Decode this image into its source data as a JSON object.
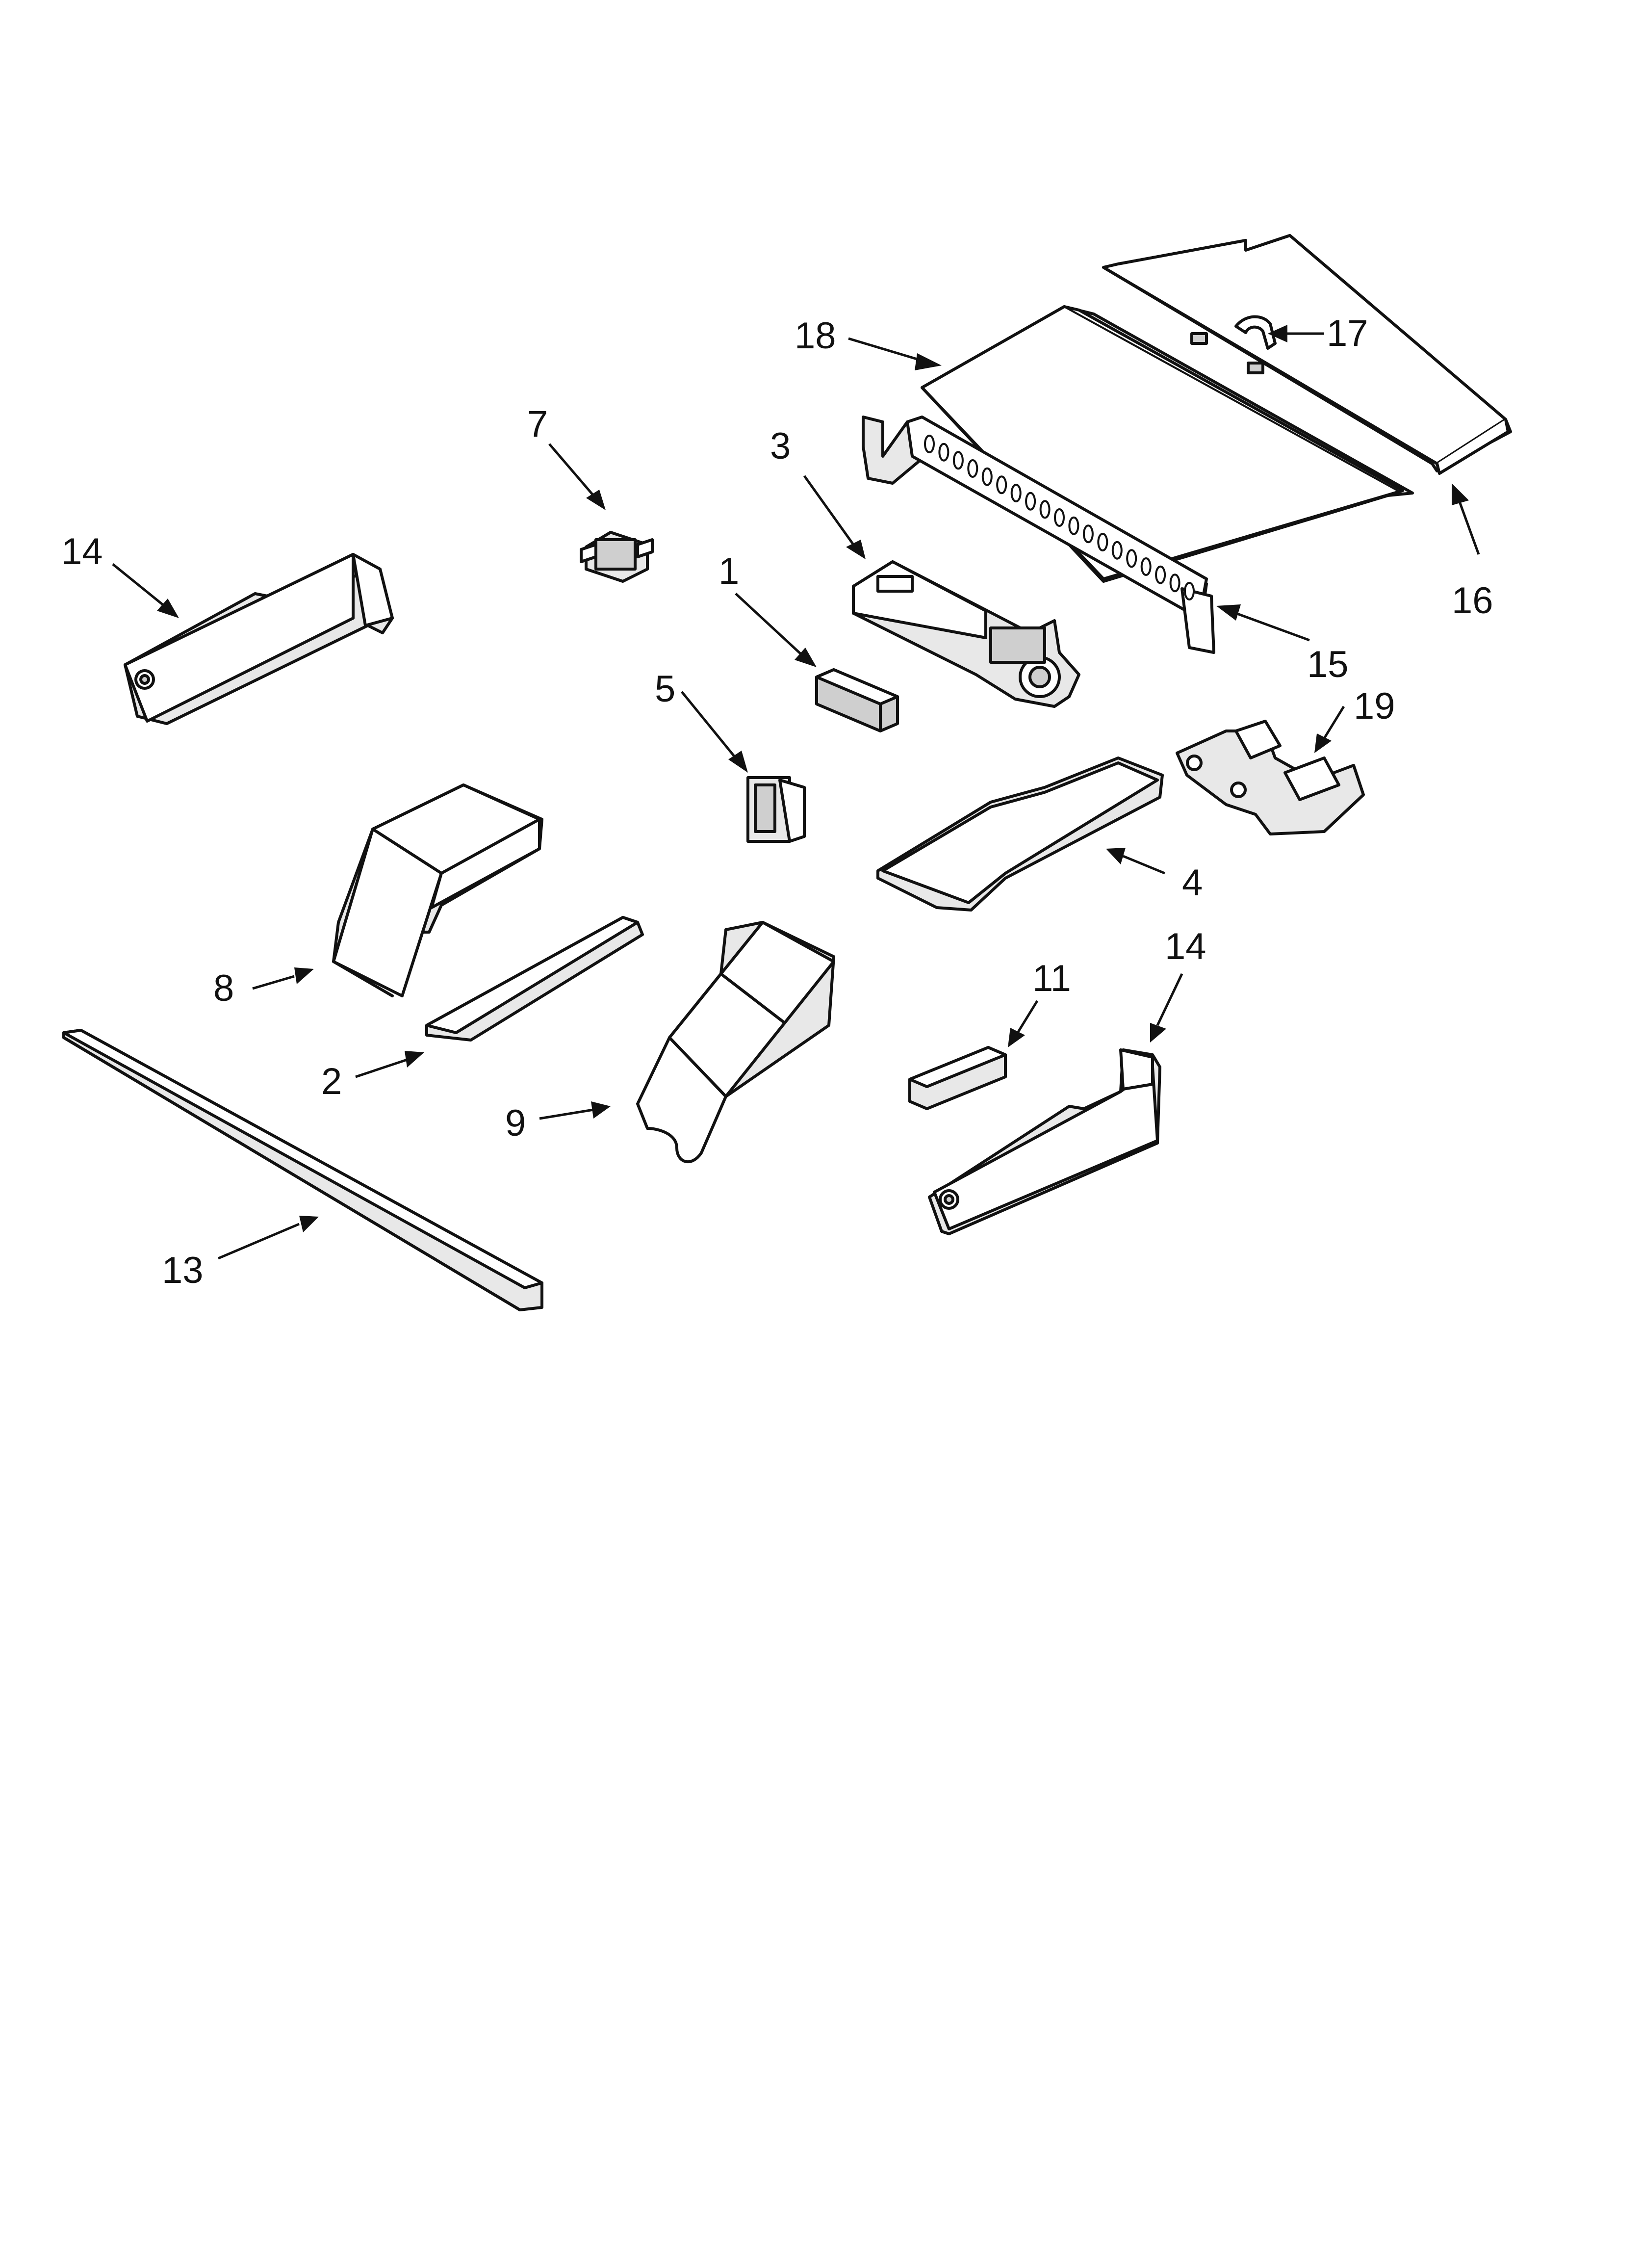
{
  "callouts": {
    "c1": "1",
    "c2": "2",
    "c3": "3",
    "c4": "4",
    "c5": "5",
    "c7": "7",
    "c8": "8",
    "c9": "9",
    "c11": "11",
    "c13": "13",
    "c14a": "14",
    "c14b": "14",
    "c15": "15",
    "c16": "16",
    "c17": "17",
    "c18": "18",
    "c19": "19"
  }
}
